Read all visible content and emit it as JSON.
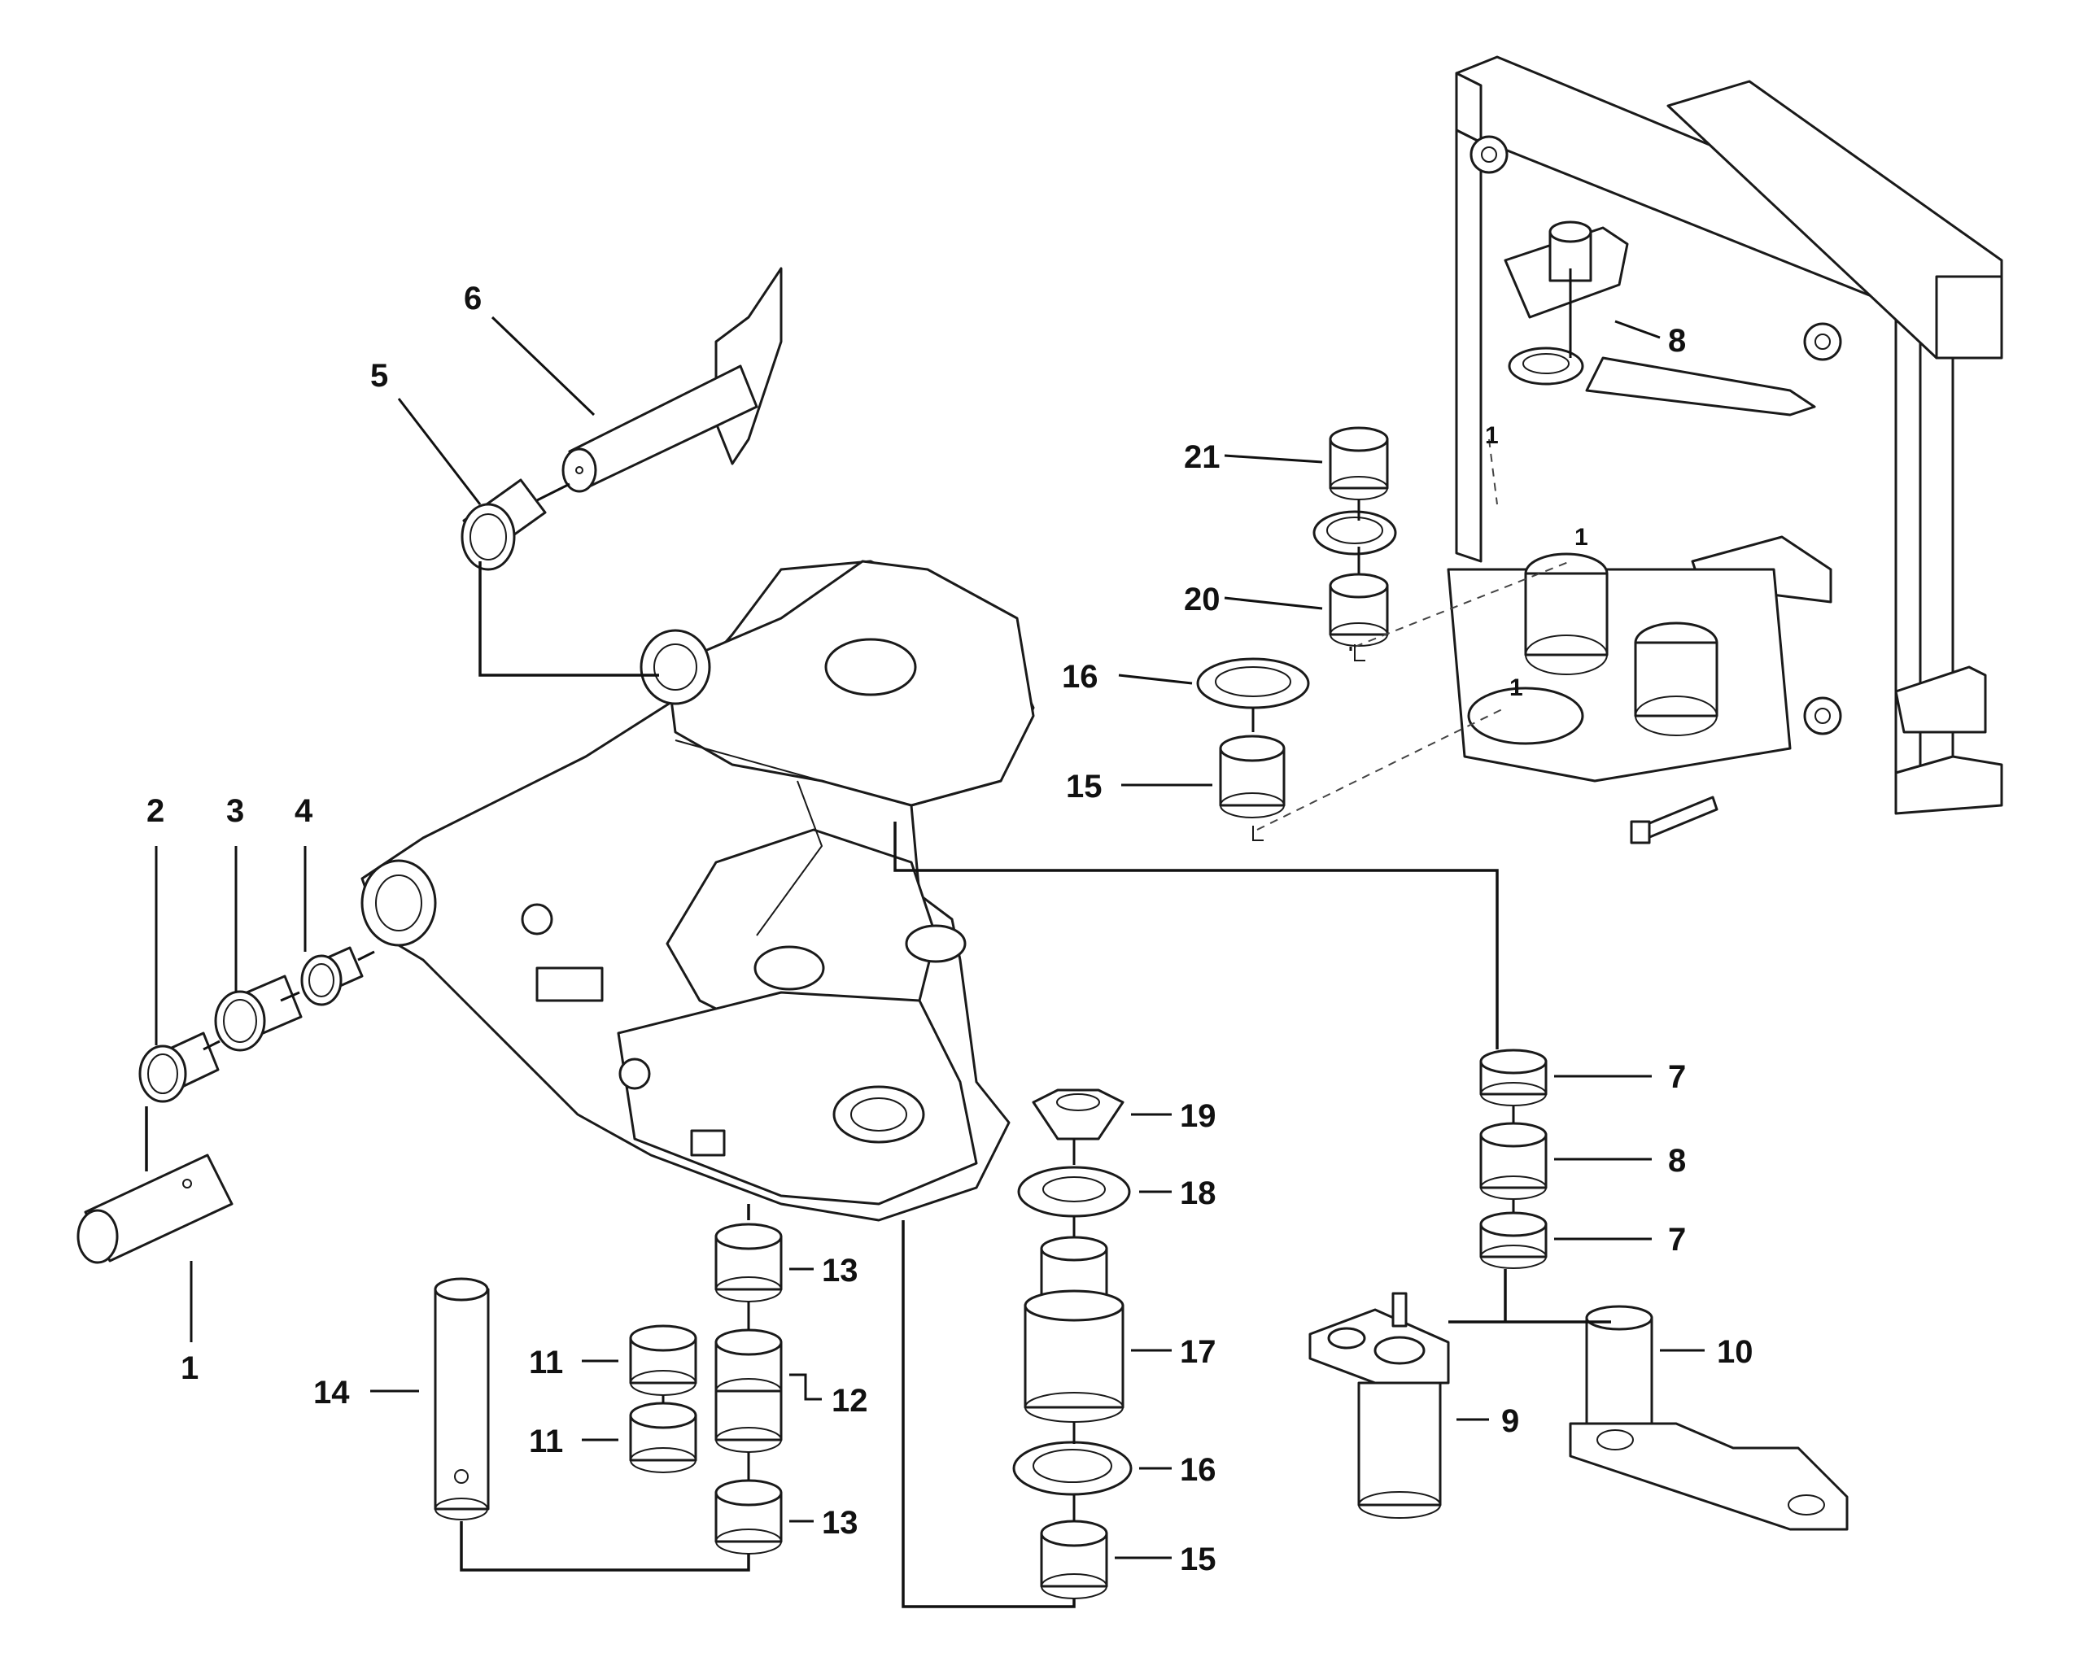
{
  "diagram": {
    "callouts": [
      {
        "id": "c1",
        "text": "1"
      },
      {
        "id": "c2",
        "text": "2"
      },
      {
        "id": "c3",
        "text": "3"
      },
      {
        "id": "c4",
        "text": "4"
      },
      {
        "id": "c5",
        "text": "5"
      },
      {
        "id": "c6",
        "text": "6"
      },
      {
        "id": "c7a",
        "text": "7"
      },
      {
        "id": "c7b",
        "text": "7"
      },
      {
        "id": "c8a",
        "text": "8"
      },
      {
        "id": "c8b",
        "text": "8"
      },
      {
        "id": "c9",
        "text": "9"
      },
      {
        "id": "c10",
        "text": "10"
      },
      {
        "id": "c11a",
        "text": "11"
      },
      {
        "id": "c11b",
        "text": "11"
      },
      {
        "id": "c12",
        "text": "12"
      },
      {
        "id": "c13a",
        "text": "13"
      },
      {
        "id": "c13b",
        "text": "13"
      },
      {
        "id": "c14",
        "text": "14"
      },
      {
        "id": "c15a",
        "text": "15"
      },
      {
        "id": "c15b",
        "text": "15"
      },
      {
        "id": "c16a",
        "text": "16"
      },
      {
        "id": "c16b",
        "text": "16"
      },
      {
        "id": "c17",
        "text": "17"
      },
      {
        "id": "c18",
        "text": "18"
      },
      {
        "id": "c19",
        "text": "19"
      },
      {
        "id": "c20",
        "text": "20"
      },
      {
        "id": "c21",
        "text": "21"
      },
      {
        "id": "r1",
        "text": "1"
      },
      {
        "id": "r2",
        "text": "1"
      },
      {
        "id": "r3",
        "text": "1"
      }
    ]
  }
}
